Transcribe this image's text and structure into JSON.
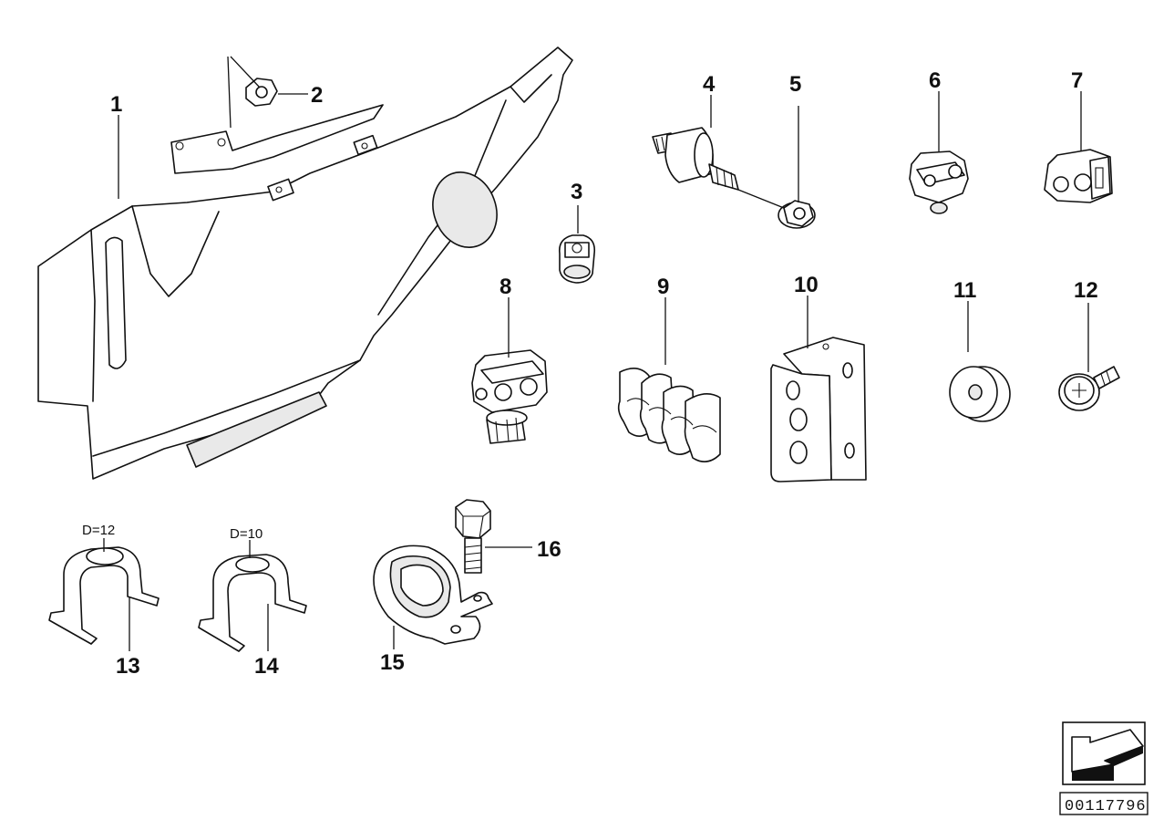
{
  "callouts": {
    "c1": "1",
    "c2": "2",
    "c3": "3",
    "c4": "4",
    "c5": "5",
    "c6": "6",
    "c7": "7",
    "c8": "8",
    "c9": "9",
    "c10": "10",
    "c11": "11",
    "c12": "12",
    "c13": "13",
    "c14": "14",
    "c15": "15",
    "c16": "16"
  },
  "dimensions": {
    "d13": "D=12",
    "d14": "D=10"
  },
  "reference_number": "00117796",
  "icons": {
    "corner": "page-arrow-icon"
  }
}
